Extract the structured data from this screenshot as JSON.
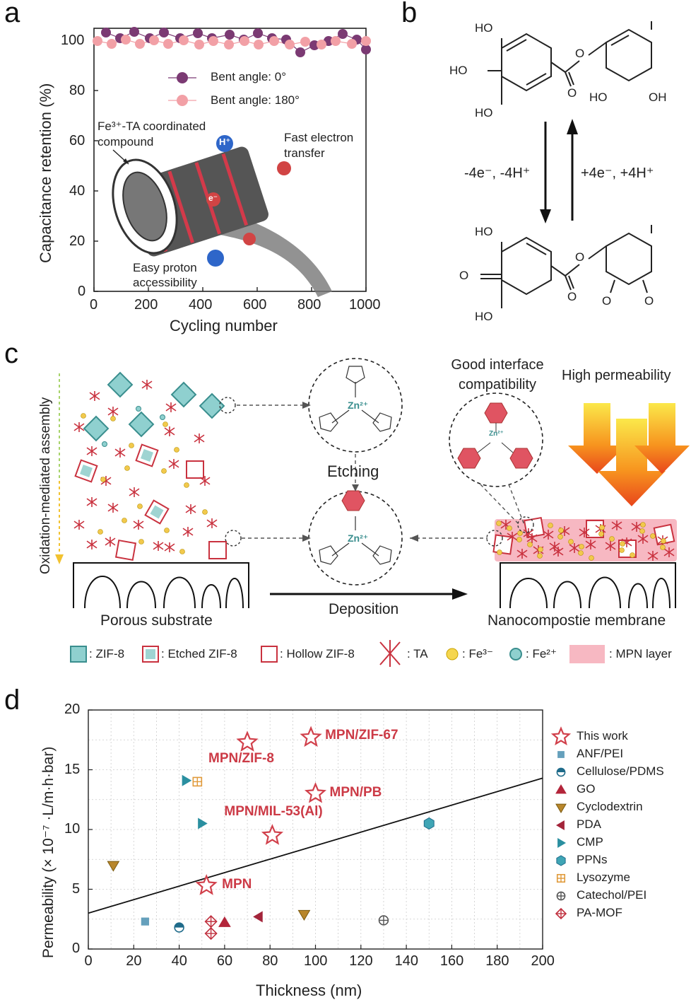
{
  "panels": {
    "a": "a",
    "b": "b",
    "c": "c",
    "d": "d"
  },
  "panel_a": {
    "ylabel": "Capacitance retention (%)",
    "xlabel": "Cycling number",
    "yticks": [
      "0",
      "20",
      "40",
      "60",
      "80",
      "100"
    ],
    "xticks": [
      "0",
      "200",
      "400",
      "600",
      "800",
      "1000"
    ],
    "legend": [
      {
        "label": "Bent angle: 0°",
        "color": "#7b3a73"
      },
      {
        "label": "Bent angle: 180°",
        "color": "#f2a0a6"
      }
    ],
    "annotations": {
      "fe_ta": "Fe³⁺-TA coordinated compound",
      "electron": "Fast electron transfer",
      "proton": "Easy proton accessibility",
      "h_label": "H⁺",
      "e_label": "e⁻"
    }
  },
  "panel_b": {
    "ho": "HO",
    "oh": "OH",
    "o": "O",
    "left_arrow": "-4e⁻, -4H⁺",
    "right_arrow": "+4e⁻, +4H⁺"
  },
  "panel_c": {
    "side_label": "Oxidation-mediated assembly",
    "etching": "Etching",
    "deposition": "Deposition",
    "porous": "Porous substrate",
    "membrane": "Nanocompostie membrane",
    "good_interface": "Good interface compatibility",
    "high_perm": "High permeability",
    "zn": "Zn²⁺",
    "legend": [
      {
        "key": "zif8",
        "label": ": ZIF-8"
      },
      {
        "key": "etched",
        "label": ": Etched ZIF-8"
      },
      {
        "key": "hollow",
        "label": ": Hollow ZIF-8"
      },
      {
        "key": "ta",
        "label": ": TA"
      },
      {
        "key": "fe3",
        "label": ": Fe³⁻"
      },
      {
        "key": "fe2",
        "label": ": Fe²⁺"
      },
      {
        "key": "mpn",
        "label": ": MPN layer"
      }
    ]
  },
  "colors": {
    "teal": "#6fbfbf",
    "red": "#c9323f",
    "yellow": "#f2c94c",
    "pink": "#f6b7c0",
    "line": "#222222"
  },
  "chart_data": {
    "type": "scatter",
    "xlabel": "Thickness (nm)",
    "ylabel": "Permeability (× 10⁻⁷ ·L/m·h·bar)",
    "xlim": [
      0,
      200
    ],
    "ylim": [
      0,
      20
    ],
    "xticks": [
      "0",
      "20",
      "40",
      "60",
      "80",
      "100",
      "120",
      "140",
      "160",
      "180",
      "200"
    ],
    "yticks": [
      "0",
      "5",
      "10",
      "15",
      "20"
    ],
    "grid": true,
    "legend_position": "right",
    "trend_line": {
      "x": [
        0,
        200
      ],
      "y": [
        3.0,
        14.3
      ]
    },
    "series": [
      {
        "name": "This work",
        "marker": "star",
        "color": "#d1404b",
        "points": [
          {
            "x": 70,
            "y": 17.3,
            "label": "MPN/ZIF-8"
          },
          {
            "x": 98,
            "y": 17.7,
            "label": "MPN/ZIF-67"
          },
          {
            "x": 100,
            "y": 13.0,
            "label": "MPN/PB"
          },
          {
            "x": 81,
            "y": 9.5,
            "label": "MPN/MIL-53(Al)"
          },
          {
            "x": 52,
            "y": 5.3,
            "label": "MPN"
          }
        ]
      },
      {
        "name": "ANF/PEI",
        "marker": "square",
        "color": "#4a8fb0",
        "points": [
          {
            "x": 25,
            "y": 2.3
          }
        ]
      },
      {
        "name": "Cellulose/PDMS",
        "marker": "halfcircle",
        "color": "#1f6b8a",
        "points": [
          {
            "x": 40,
            "y": 1.8
          }
        ]
      },
      {
        "name": "GO",
        "marker": "triangle-up",
        "color": "#b3253a",
        "points": [
          {
            "x": 60,
            "y": 2.2
          }
        ]
      },
      {
        "name": "Cyclodextrin",
        "marker": "triangle-down",
        "color": "#b8862b",
        "points": [
          {
            "x": 11,
            "y": 7.0
          },
          {
            "x": 95,
            "y": 2.9
          }
        ]
      },
      {
        "name": "PDA",
        "marker": "triangle-left",
        "color": "#a3243a",
        "points": [
          {
            "x": 75,
            "y": 2.7
          }
        ]
      },
      {
        "name": "CMP",
        "marker": "triangle-right",
        "color": "#2a8fa0",
        "points": [
          {
            "x": 43,
            "y": 14.1
          },
          {
            "x": 50,
            "y": 10.5
          }
        ]
      },
      {
        "name": "PPNs",
        "marker": "hexagon",
        "color": "#3fa5b5",
        "points": [
          {
            "x": 150,
            "y": 10.5
          }
        ]
      },
      {
        "name": "Lysozyme",
        "marker": "square-plus",
        "color": "#e09a3a",
        "points": [
          {
            "x": 48,
            "y": 14.0
          }
        ]
      },
      {
        "name": "Catechol/PEI",
        "marker": "circle-plus",
        "color": "#555555",
        "points": [
          {
            "x": 130,
            "y": 2.4
          }
        ]
      },
      {
        "name": "PA-MOF",
        "marker": "diamond-plus",
        "color": "#c0303e",
        "points": [
          {
            "x": 54,
            "y": 2.3
          },
          {
            "x": 54,
            "y": 1.3
          }
        ]
      }
    ]
  }
}
